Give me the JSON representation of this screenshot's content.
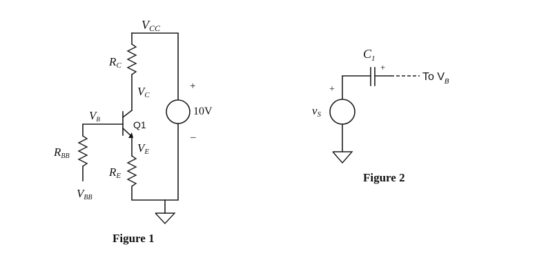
{
  "figure1": {
    "caption": "Figure 1",
    "vcc": {
      "main": "V",
      "sub": "CC"
    },
    "rc": {
      "main": "R",
      "sub": "C"
    },
    "vc": {
      "main": "V",
      "sub": "C"
    },
    "vb": {
      "main": "V",
      "sub": "B"
    },
    "transistor": "Q1",
    "ve": {
      "main": "V",
      "sub": "E"
    },
    "rbb": {
      "main": "R",
      "sub": "BB"
    },
    "re": {
      "main": "R",
      "sub": "E"
    },
    "vbb": {
      "main": "V",
      "sub": "BB"
    },
    "source_value": "10V",
    "source_plus": "+",
    "source_minus": "–"
  },
  "figure2": {
    "caption": "Figure 2",
    "c1": {
      "main": "C",
      "sub": "1"
    },
    "cap_plus": "+",
    "src_plus": "+",
    "vs": {
      "main": "v",
      "sub": "S"
    },
    "to_text": "To V",
    "to_sub": "B"
  }
}
